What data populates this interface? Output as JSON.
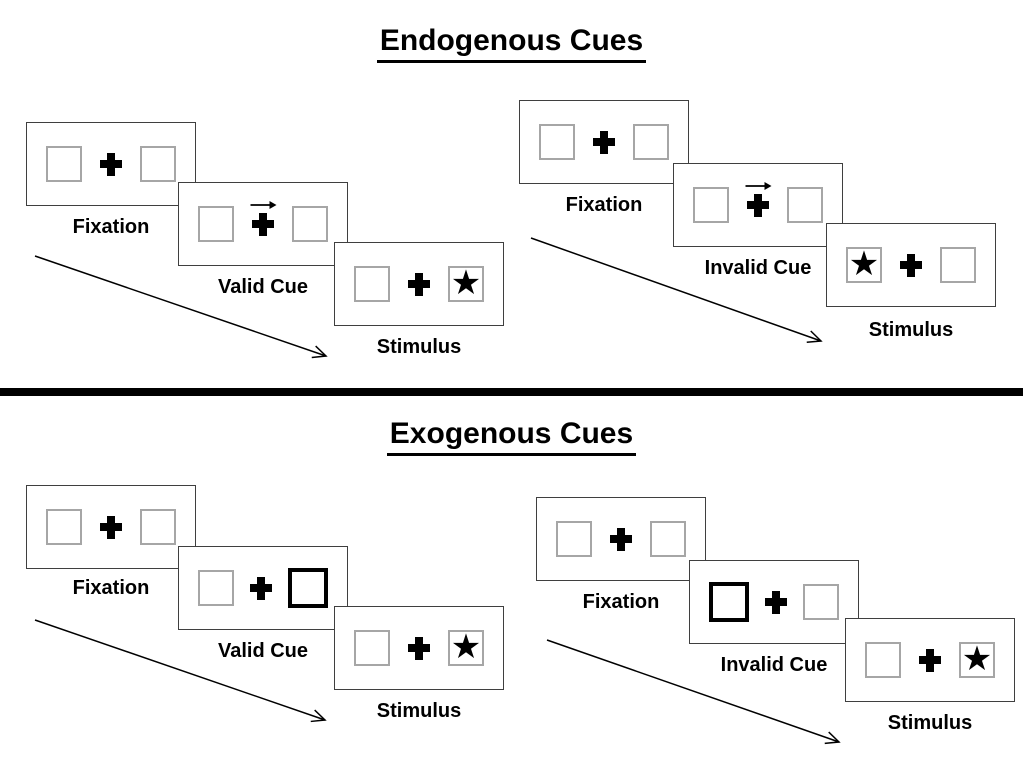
{
  "symbols": {
    "star": "★"
  },
  "colors": {
    "background": "#ffffff",
    "ink": "#000000",
    "panel_border": "#3f3f3f",
    "box_border": "#a6a6a6",
    "divider": "#000000"
  },
  "sections": [
    {
      "title": "Endogenous Cues",
      "groups": [
        {
          "name": "endogenous-valid",
          "steps": [
            {
              "label": "Fixation"
            },
            {
              "label": "Valid Cue",
              "cue": "central arrow pointing right"
            },
            {
              "label": "Stimulus",
              "target_side": "right"
            }
          ]
        },
        {
          "name": "endogenous-invalid",
          "steps": [
            {
              "label": "Fixation"
            },
            {
              "label": "Invalid Cue",
              "cue": "central arrow pointing right"
            },
            {
              "label": "Stimulus",
              "target_side": "left"
            }
          ]
        }
      ]
    },
    {
      "title": "Exogenous Cues",
      "groups": [
        {
          "name": "exogenous-valid",
          "steps": [
            {
              "label": "Fixation"
            },
            {
              "label": "Valid Cue",
              "cue": "right box highlighted"
            },
            {
              "label": "Stimulus",
              "target_side": "right"
            }
          ]
        },
        {
          "name": "exogenous-invalid",
          "steps": [
            {
              "label": "Fixation"
            },
            {
              "label": "Invalid Cue",
              "cue": "left box highlighted"
            },
            {
              "label": "Stimulus",
              "target_side": "right"
            }
          ]
        }
      ]
    }
  ]
}
